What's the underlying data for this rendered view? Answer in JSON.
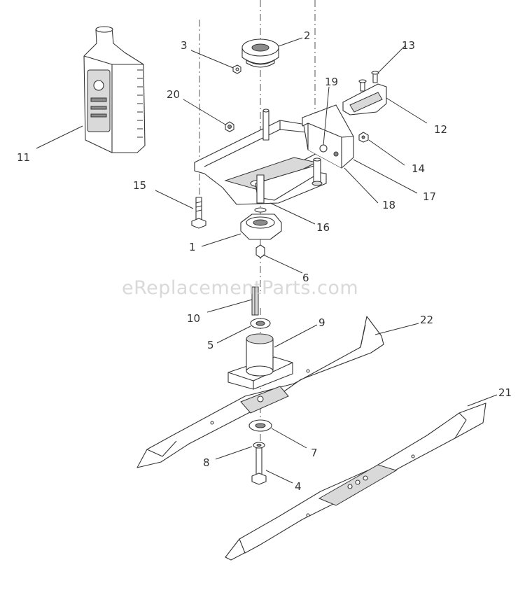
{
  "watermark": "eReplacementParts.com",
  "colors": {
    "line": "#333333",
    "shade": "#d9d9d9",
    "watermark": "#cccccc"
  },
  "callouts": {
    "c1": "1",
    "c2": "2",
    "c3": "3",
    "c4": "4",
    "c5": "5",
    "c6": "6",
    "c7": "7",
    "c8": "8",
    "c9": "9",
    "c10": "10",
    "c11": "11",
    "c12": "12",
    "c13": "13",
    "c14": "14",
    "c15": "15",
    "c16": "16",
    "c17": "17",
    "c18": "18",
    "c19": "19",
    "c20": "20",
    "c21": "21",
    "c22": "22"
  }
}
